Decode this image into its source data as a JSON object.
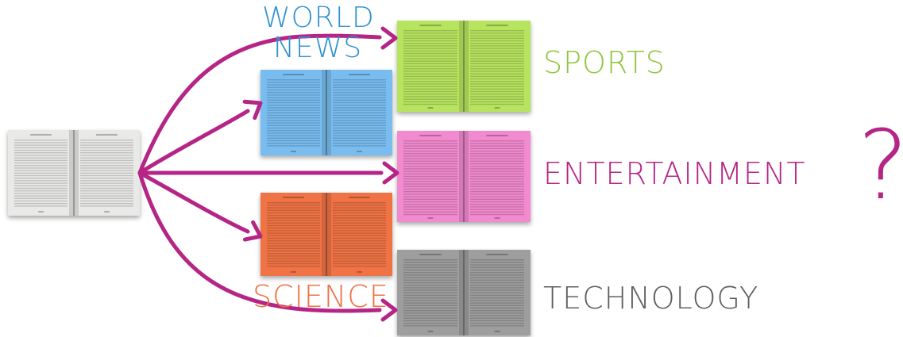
{
  "labels": {
    "world": "WORLD",
    "news": "NEWS",
    "sports": "SPORTS",
    "entertainment": "ENTERTAINMENT",
    "technology": "TECHNOLOGY",
    "science": "SCIENCE",
    "question": "?"
  },
  "colors": {
    "arrow": "#b52586",
    "source_book": "#e9e9e7",
    "world_news": "#79bdf0",
    "sports": "#b7e45f",
    "entertainment": "#f18ace",
    "science": "#ef7345",
    "technology": "#9e9e9e",
    "world_news_text": "#2f92d0",
    "sports_text": "#8fc63f",
    "entertainment_text": "#b52586",
    "science_text": "#ef7345",
    "technology_text": "#5f5f5f"
  }
}
